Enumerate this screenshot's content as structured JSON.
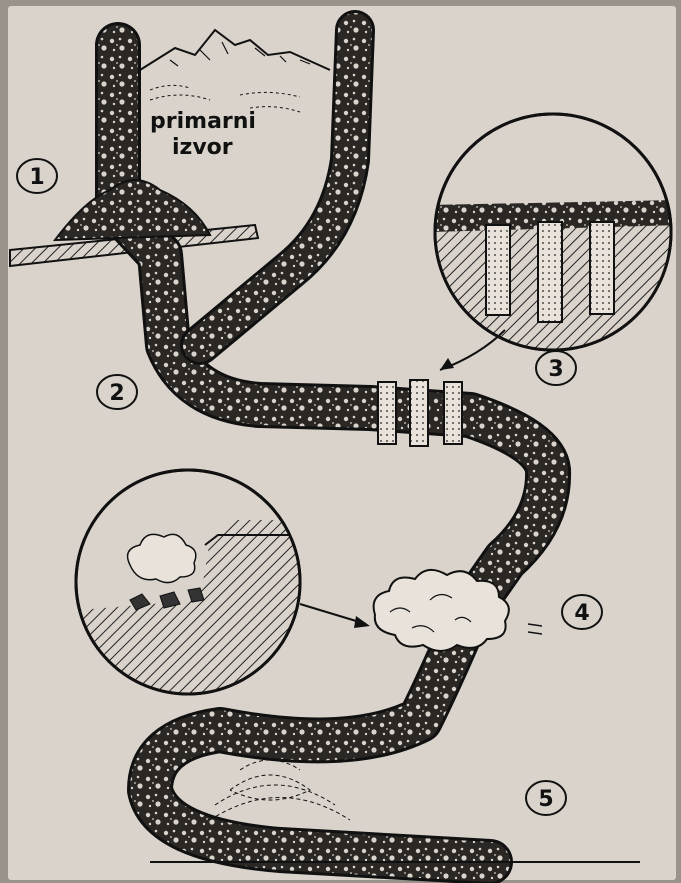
{
  "source_label": {
    "line1": "primarni",
    "line2": "izvor"
  },
  "stage_markers": [
    {
      "id": "1",
      "label": "1"
    },
    {
      "id": "2",
      "label": "2"
    },
    {
      "id": "3",
      "label": "3"
    },
    {
      "id": "4",
      "label": "4"
    },
    {
      "id": "5",
      "label": "5"
    }
  ]
}
